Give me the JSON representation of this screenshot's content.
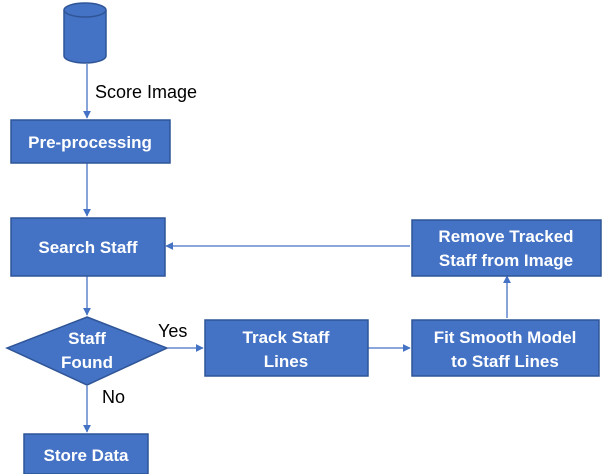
{
  "nodes": {
    "score_image": {
      "label": "Score Image"
    },
    "preprocessing": {
      "label": "Pre-processing"
    },
    "search_staff": {
      "label": "Search Staff"
    },
    "staff_found": {
      "line1": "Staff",
      "line2": "Found"
    },
    "track_staff": {
      "line1": "Track Staff",
      "line2": "Lines"
    },
    "fit_model": {
      "line1": "Fit Smooth Model",
      "line2": "to Staff Lines"
    },
    "remove_staff": {
      "line1": "Remove Tracked",
      "line2": "Staff from Image"
    },
    "store_data": {
      "label": "Store Data"
    }
  },
  "edges": {
    "yes_label": "Yes",
    "no_label": "No"
  },
  "colors": {
    "box_fill": "#4472c4",
    "box_stroke": "#2f5597",
    "arrow": "#4472c4"
  }
}
